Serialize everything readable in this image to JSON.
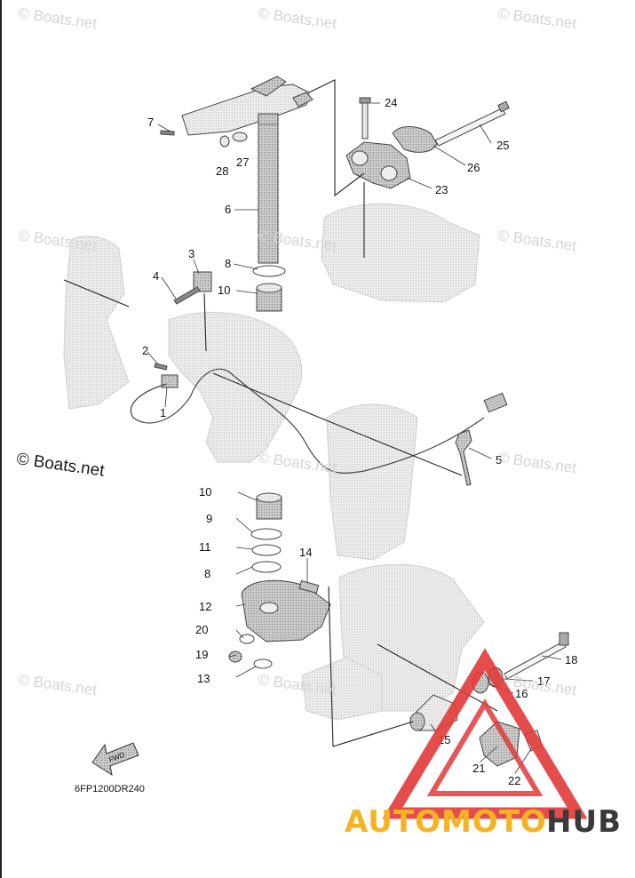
{
  "watermark_text": "© Boats.net",
  "watermark_large_text": "© Boats.net",
  "diagram_code": "6FP1200DR240",
  "fwd_label": "FWD",
  "brand": {
    "part1": "AUTOMOTO",
    "part2": "HUB",
    "color1": "#f5b323",
    "color2": "#3a3a3a",
    "triangle_color": "#e23a3a"
  },
  "callouts": {
    "c1": "1",
    "c2": "2",
    "c3": "3",
    "c4": "4",
    "c5": "5",
    "c6": "6",
    "c7": "7",
    "c8a": "8",
    "c8b": "8",
    "c9": "9",
    "c10a": "10",
    "c10b": "10",
    "c11": "11",
    "c12": "12",
    "c13": "13",
    "c14": "14",
    "c15": "15",
    "c16": "16",
    "c17": "17",
    "c18": "18",
    "c19": "19",
    "c20": "20",
    "c21": "21",
    "c22": "22",
    "c23": "23",
    "c24": "24",
    "c25": "25",
    "c26": "26",
    "c27": "27",
    "c28": "28"
  }
}
